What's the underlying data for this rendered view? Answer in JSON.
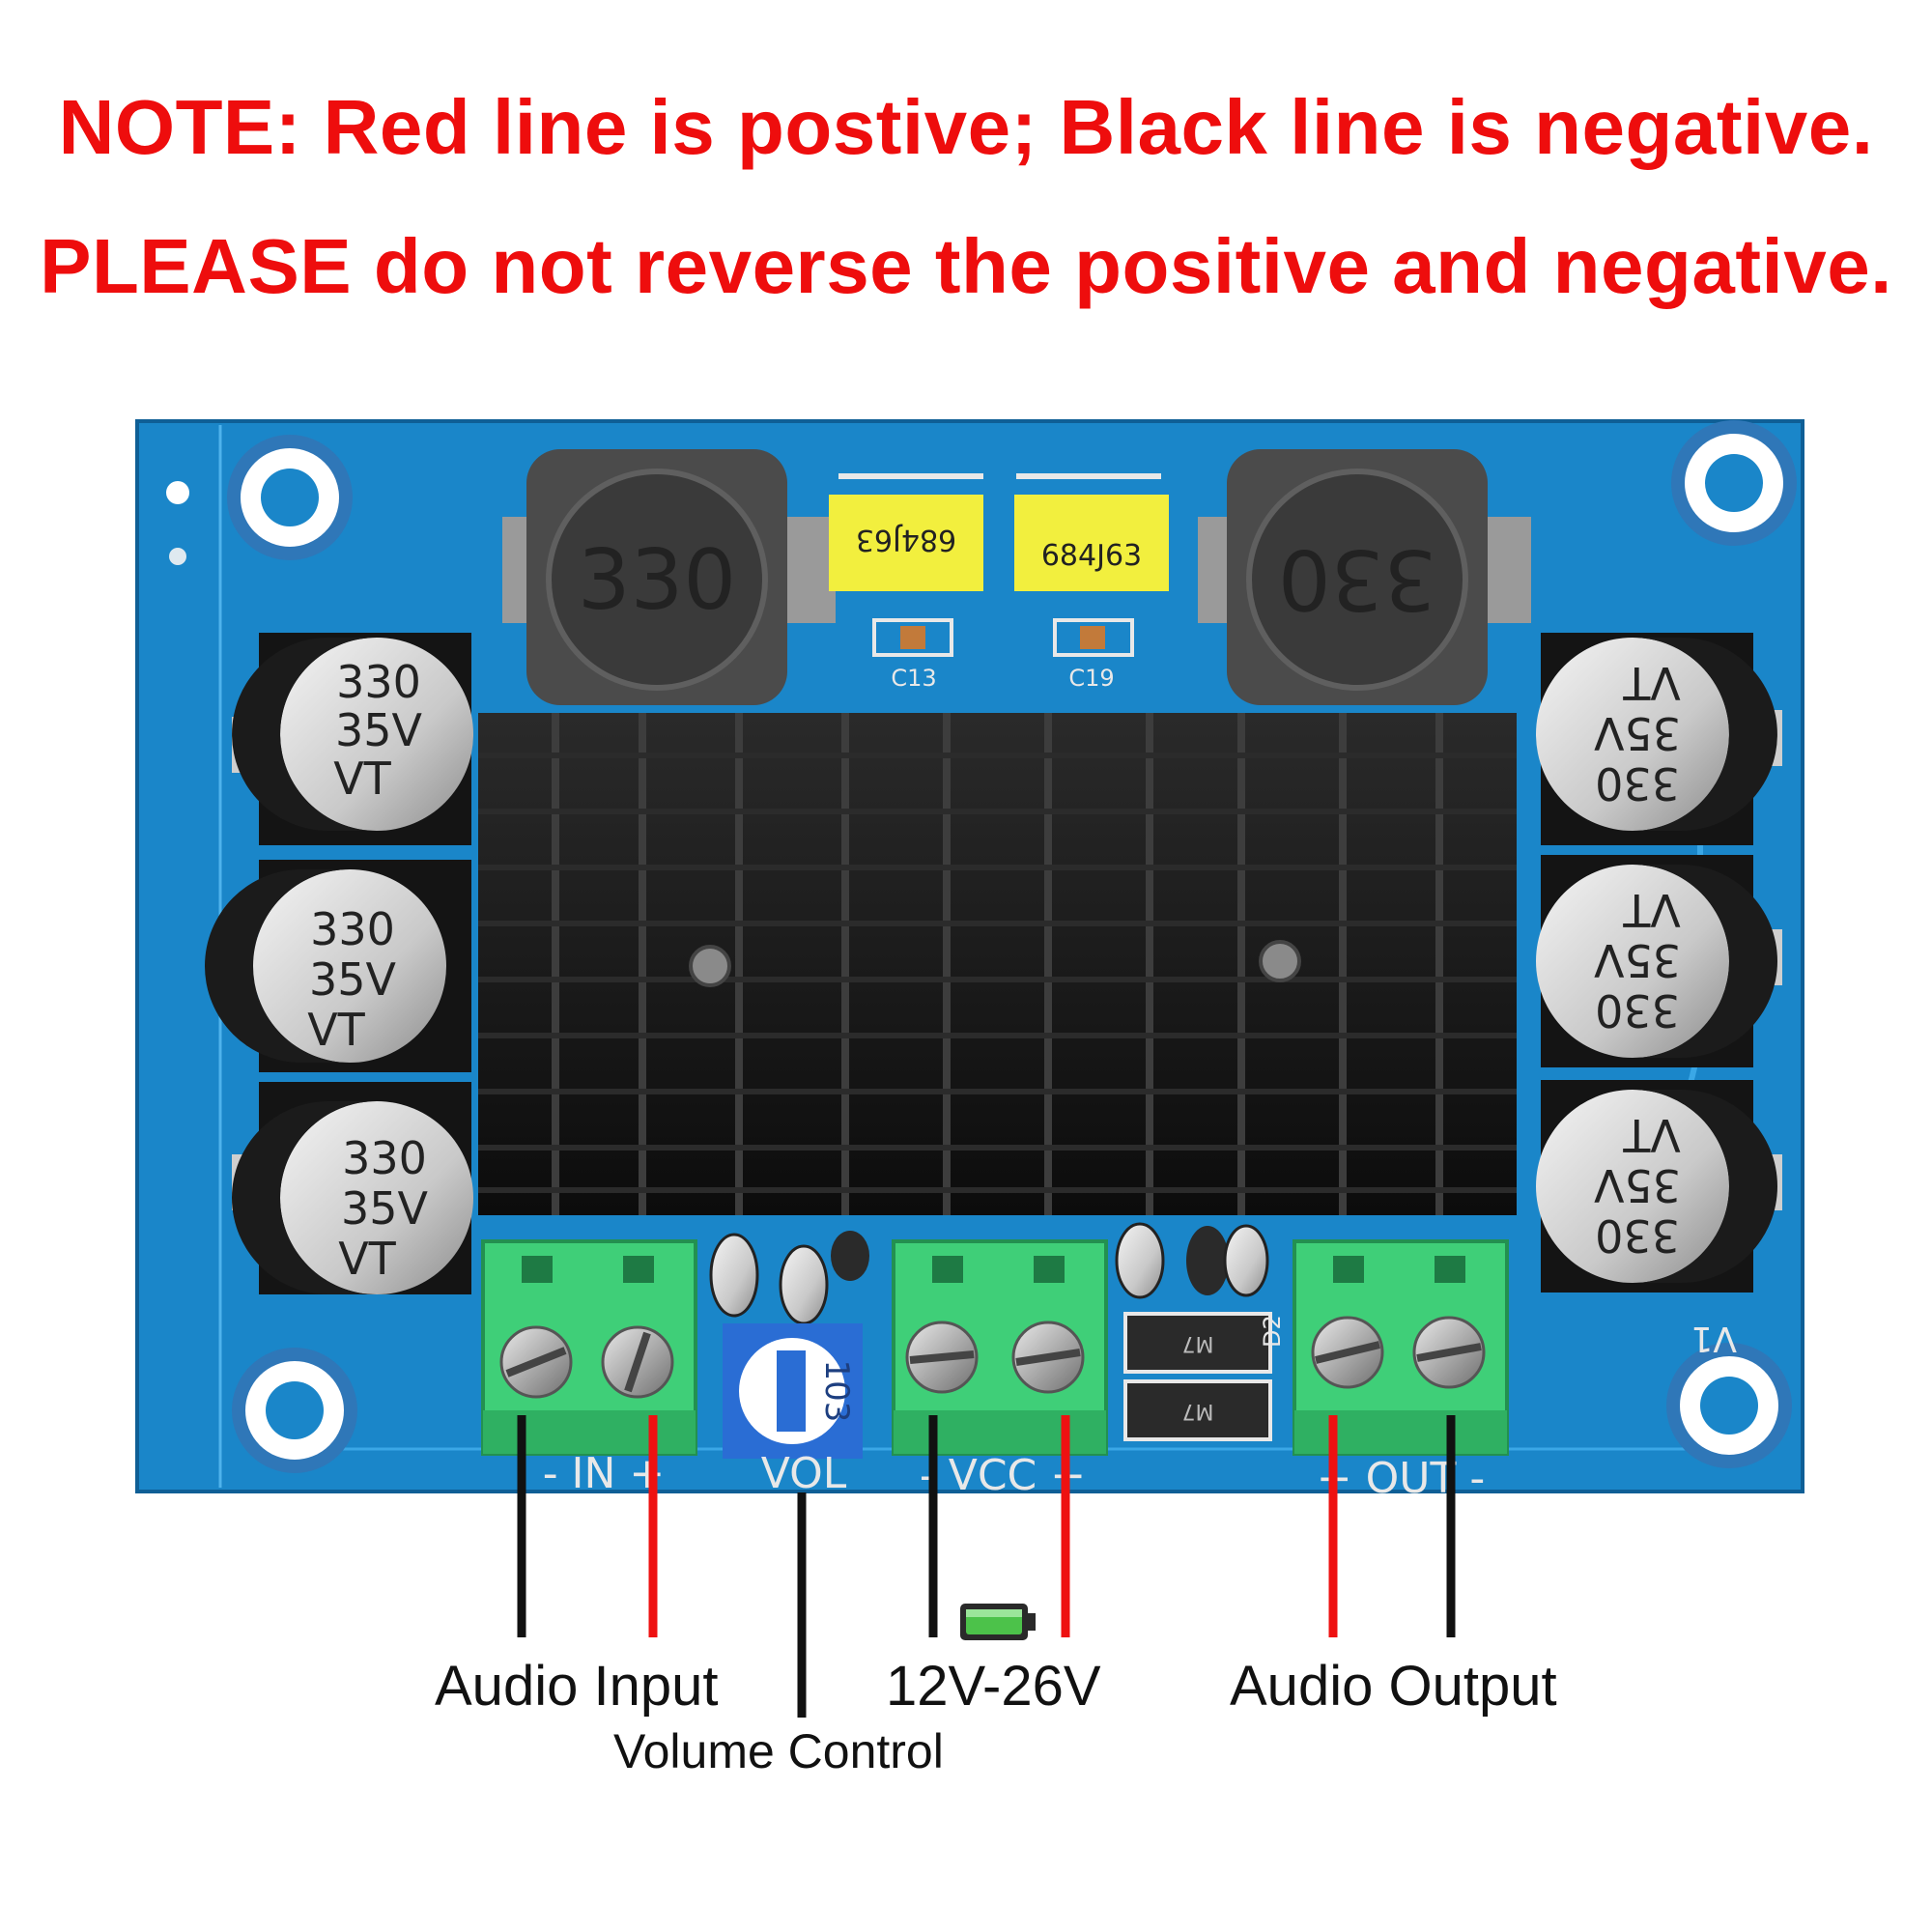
{
  "notes": {
    "line1": "NOTE: Red line is postive; Black line is negative.",
    "line2": "PLEASE do not reverse the positive and negative."
  },
  "colors": {
    "positive_wire": "#ee1111",
    "negative_wire": "#111111",
    "pcb": "#1a86c9",
    "terminal": "#3fcf78",
    "heatsink": "#151515"
  },
  "board": {
    "inductor_left": "330",
    "inductor_right": "330",
    "film_cap_left": "684J63",
    "film_cap_right": "684J63",
    "smd_left": "C13",
    "smd_right": "C19",
    "cap_left_1": [
      "330",
      "35V",
      "VT"
    ],
    "cap_left_2": [
      "330",
      "35V",
      "VT"
    ],
    "cap_left_3": [
      "330",
      "35V",
      "VT"
    ],
    "cap_right": [
      "330",
      "35V",
      "VT"
    ],
    "pot_code": "103",
    "diode_code": "M7",
    "diode_label": "D2",
    "board_mark": "V1",
    "silk_in": "- IN +",
    "silk_vol": "VOL",
    "silk_vcc": "- VCC +",
    "silk_out": "+ OUT -"
  },
  "labels": {
    "audio_input": "Audio  Input",
    "volume_control": "Volume Control",
    "power": "12V-26V",
    "audio_output": "Audio  Output"
  },
  "icons": {
    "battery": "battery-icon"
  }
}
